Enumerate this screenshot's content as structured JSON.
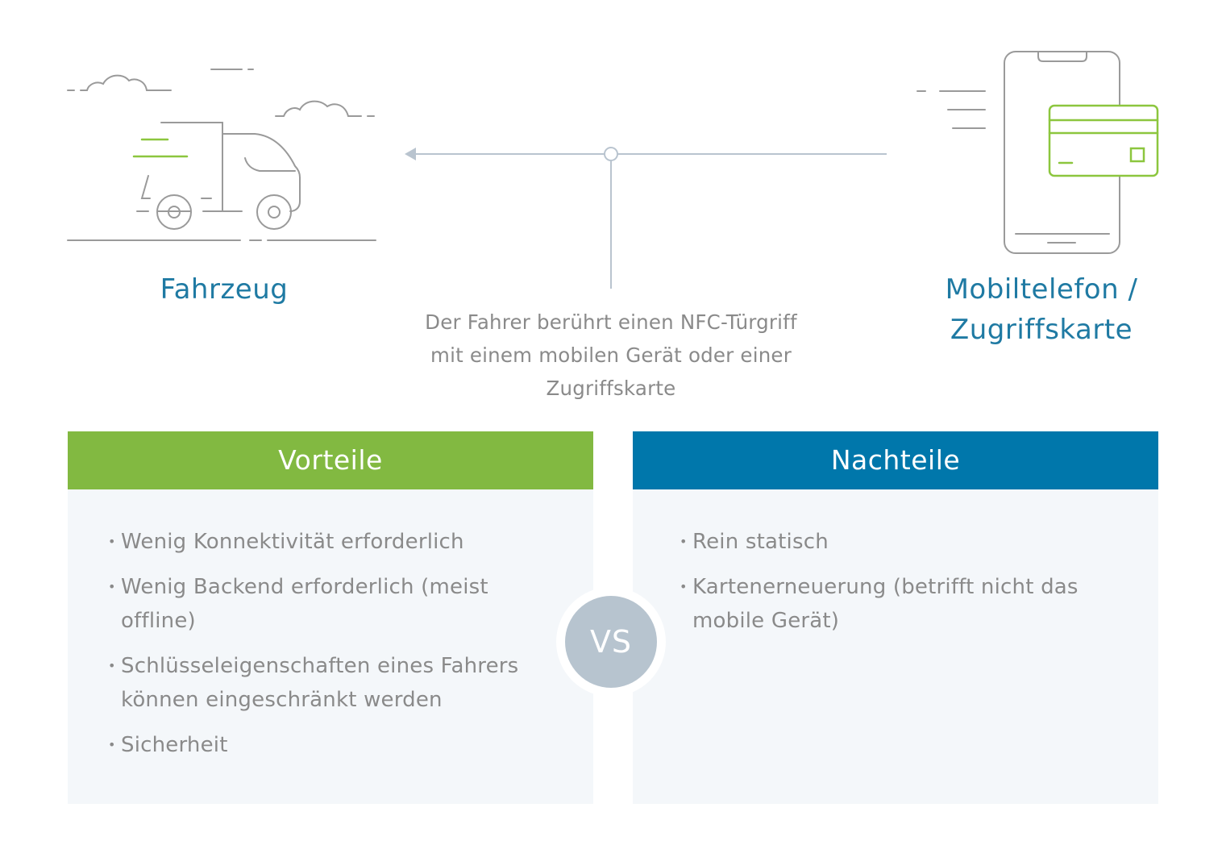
{
  "vehicle": {
    "label": "Fahrzeug",
    "icon": "truck-icon"
  },
  "mobile": {
    "label_line1": "Mobiltelefon /",
    "label_line2": "Zugriffskarte",
    "icon": "smartphone-card-icon"
  },
  "description": {
    "line1": "Der Fahrer berührt einen NFC-Türgriff",
    "line2": "mit einem mobilen Gerät oder einer",
    "line3": "Zugriffskarte"
  },
  "advantages": {
    "title": "Vorteile",
    "color": "#82b941",
    "items": [
      {
        "line1": "Wenig Konnektivität erforderlich",
        "line2": ""
      },
      {
        "line1": "Wenig Backend erforderlich (meist",
        "line2": "offline)"
      },
      {
        "line1": "Schlüsseleigenschaften eines Fahrers",
        "line2": "können eingeschränkt werden"
      },
      {
        "line1": "Sicherheit",
        "line2": ""
      }
    ]
  },
  "disadvantages": {
    "title": "Nachteile",
    "color": "#0077ab",
    "items": [
      {
        "line1": "Rein statisch",
        "line2": ""
      },
      {
        "line1": "Kartenerneuerung (betrifft nicht das",
        "line2": "mobile Gerät)"
      }
    ]
  },
  "vs": "VS",
  "colors": {
    "accent_green": "#8cc63e",
    "line_gray": "#999999",
    "connector": "#b9c4cf",
    "label_blue": "#1f7aa3"
  }
}
